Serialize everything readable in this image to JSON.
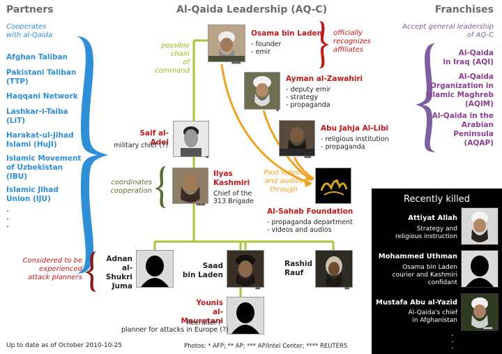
{
  "headers": {
    "left": "Partners",
    "center": "Al-Qaida Leadership (AQ-C)",
    "right": "Franchises"
  },
  "partners": {
    "subtitle_line1": "Cooperates",
    "subtitle_line2": "with al-Qaida",
    "items": [
      {
        "line1": "Afghan Taliban",
        "line2": ""
      },
      {
        "line1": "Pakistani Taliban",
        "line2": "(TTP)"
      },
      {
        "line1": "Haqqani Network",
        "line2": ""
      },
      {
        "line1": "Lashkar-i-Taiba",
        "line2": "(LiT)"
      },
      {
        "line1": "Harakat-ul-Jihad",
        "line2": "Islami (HuJI)"
      },
      {
        "line1": "Islamic Movement",
        "line2": "of Uzbekistan",
        "line3": "(IBU)"
      },
      {
        "line1": "Islamic Jihad",
        "line2": "Union (IJU)"
      }
    ],
    "dots": [
      "·",
      "·",
      "·"
    ]
  },
  "franchises": {
    "subtitle_line1": "Accept general leadership",
    "subtitle_line2": "of AQ-C",
    "items": [
      {
        "line1": "Al-Qaida",
        "line2": "in Iraq (AQI)"
      },
      {
        "line1": "Al-Qaida",
        "line2": "Organization in",
        "line3": "Islamic Maghreb",
        "line4": "(AQIM)"
      },
      {
        "line1": "Al-Qaida in the",
        "line2": "Arabian",
        "line3": "Peninsula",
        "line4": "(AQAP)"
      }
    ]
  },
  "leaders": {
    "osama": {
      "name": "Osama bin Laden",
      "d1": "- founder",
      "d2": "- emir",
      "credit": "****"
    },
    "zawahiri": {
      "name": "Ayman al-Zawahiri",
      "d1": "- deputy emir",
      "d2": "- strategy",
      "d3": "- propaganda",
      "credit": "*"
    },
    "libi": {
      "name": "Abu Jahja Al-Libi",
      "d1": "- religious institution",
      "d2": "- propaganda",
      "credit": "***"
    },
    "adel": {
      "name": "Saif al-Adel",
      "d1": "military chief (?)",
      "credit": "*"
    },
    "kashmiri": {
      "name_line1": "Ilyas",
      "name_line2": "Kashmiri",
      "d1": "Chief of the",
      "d2": "313 Brigade",
      "credit": "****"
    },
    "sahab": {
      "name": "Al-Sahab Foundation",
      "d1": "- propaganda department",
      "d2": "- videos and audios"
    },
    "adnan": {
      "name_line1": "Adnan",
      "name_line2": "al-Shukri",
      "name_line3": "Juma"
    },
    "saad": {
      "name_line1": "Saad",
      "name_line2": "bin Laden",
      "credit": "**"
    },
    "rashid": {
      "name_line1": "Rashid",
      "name_line2": "Rauf",
      "credit": "**"
    },
    "younis": {
      "name_line1": "Younis",
      "name_line2": "al-Mauretani",
      "d1": "Recruiter /",
      "d2": "planner for attacks in Europe (?)"
    }
  },
  "annotations": {
    "possible_chain": [
      "possible",
      "chain",
      "of",
      "command"
    ],
    "officially": [
      "officially",
      "recognizes",
      "affiliates"
    ],
    "coordinates": [
      "coordinates",
      "cooperation"
    ],
    "post_videos": [
      "Post videos",
      "and audios",
      "through"
    ],
    "attack_planners": [
      "Considered to be",
      "experienced",
      "attack planners"
    ]
  },
  "killed": {
    "title": "Recently killed",
    "people": [
      {
        "name": "Attiyat Allah",
        "d1": "Strategy and",
        "d2": "religious instruction"
      },
      {
        "name": "Mohammed Uthman",
        "d1": "Osama bin Laden",
        "d2": "courier and Kashmiri",
        "d3": "confidant"
      },
      {
        "name": "Mustafa Abu al-Yazid",
        "d1": "Al-Qaida's chief",
        "d2": "in Afghanistan",
        "credit": "****"
      }
    ],
    "dots": [
      "·",
      "·",
      "·"
    ]
  },
  "footer": {
    "date": "Up to date as of October 2010-10-25",
    "photos": "Photos: * AFP; ** AP; *** AP/Intel Center; **** REUTERS"
  },
  "colors": {
    "partner_blue": "#2f8fd6",
    "franchise_purple": "#8c3f8f",
    "name_red": "#c0181d",
    "chain_green": "#9ab520",
    "propaganda_orange": "#f0a020"
  }
}
